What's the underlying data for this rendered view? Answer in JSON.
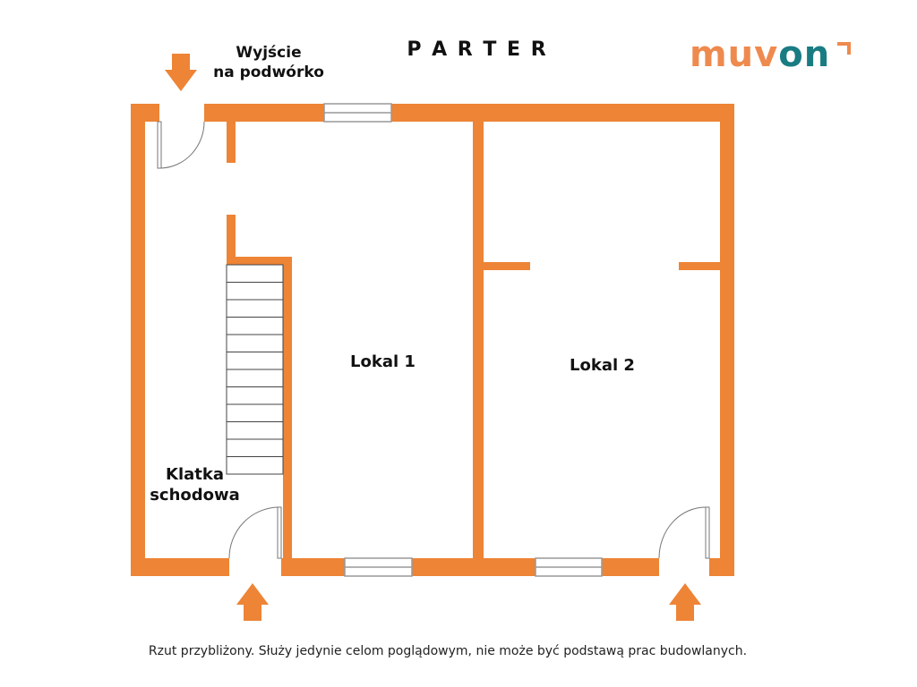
{
  "title": "P A R T E R",
  "exit_label_line1": "Wyjście",
  "exit_label_line2": "na podwórko",
  "rooms": {
    "lokal1": "Lokal 1",
    "lokal2": "Lokal 2",
    "stairs_line1": "Klatka",
    "stairs_line2": "schodowa"
  },
  "logo": {
    "part1": "mu",
    "part2": "v",
    "part3": "on"
  },
  "footer": "Rzut przybliżony. Służy jedynie celom poglądowym, nie może być podstawą prac budowlanych.",
  "colors": {
    "wall": "#ED8436",
    "logo_orange": "#EE8A4E",
    "logo_teal": "#197C82"
  }
}
